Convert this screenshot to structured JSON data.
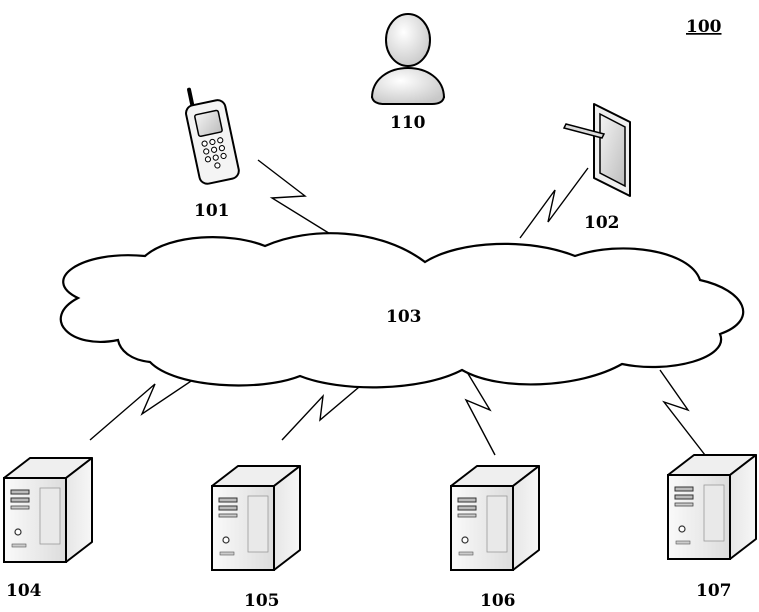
{
  "figure": {
    "figure_number": "100"
  },
  "nodes": {
    "user": {
      "label": "110",
      "icon": "user-icon"
    },
    "phone": {
      "label": "101",
      "icon": "mobile-phone-icon"
    },
    "tablet": {
      "label": "102",
      "icon": "tablet-stylus-icon"
    },
    "network": {
      "label": "103",
      "icon": "cloud-icon"
    },
    "servers": [
      {
        "label": "104",
        "icon": "server-tower-icon"
      },
      {
        "label": "105",
        "icon": "server-tower-icon"
      },
      {
        "label": "106",
        "icon": "server-tower-icon"
      },
      {
        "label": "107",
        "icon": "server-tower-icon"
      }
    ]
  },
  "links": [
    {
      "from": "101",
      "to": "103",
      "type": "wireless"
    },
    {
      "from": "102",
      "to": "103",
      "type": "wireless"
    },
    {
      "from": "103",
      "to": "104",
      "type": "wireless"
    },
    {
      "from": "103",
      "to": "105",
      "type": "wireless"
    },
    {
      "from": "103",
      "to": "106",
      "type": "wireless"
    },
    {
      "from": "103",
      "to": "107",
      "type": "wireless"
    }
  ]
}
